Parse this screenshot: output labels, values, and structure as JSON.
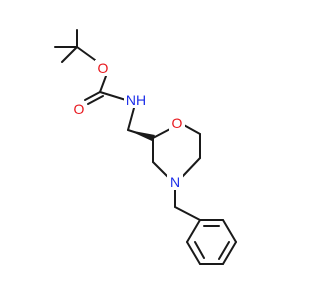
{
  "atoms": {
    "o_carbonyl": "O",
    "o_ester": "O",
    "nh": "NH",
    "o_ring": "O",
    "n_ring": "N"
  },
  "colors": {
    "bond": "#1a1a1a",
    "oxygen": "#e8171d",
    "nitrogen": "#1c2ee8",
    "background": "#ffffff"
  }
}
